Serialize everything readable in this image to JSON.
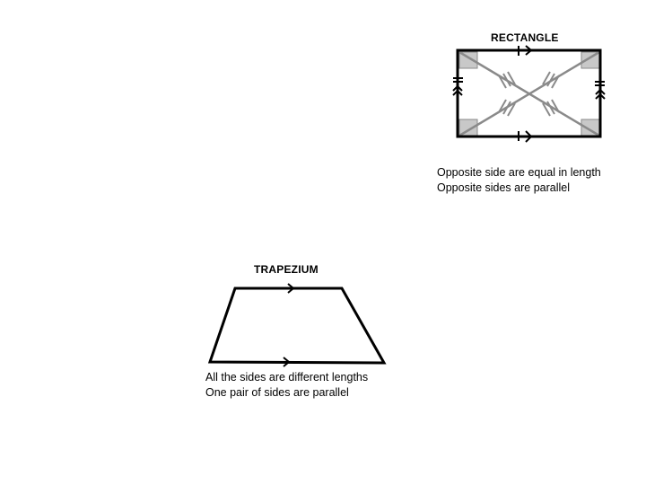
{
  "rectangle": {
    "title": "RECTANGLE",
    "properties": [
      "Opposite side are equal in length",
      "Opposite sides are parallel"
    ]
  },
  "trapezium": {
    "title": "TRAPEZIUM",
    "properties": [
      "All the sides are different lengths",
      "One pair of sides are parallel"
    ]
  },
  "colors": {
    "outline": "#000000",
    "diagonal": "#8a8a8a",
    "right_angle_fill": "#c8c8c8"
  }
}
